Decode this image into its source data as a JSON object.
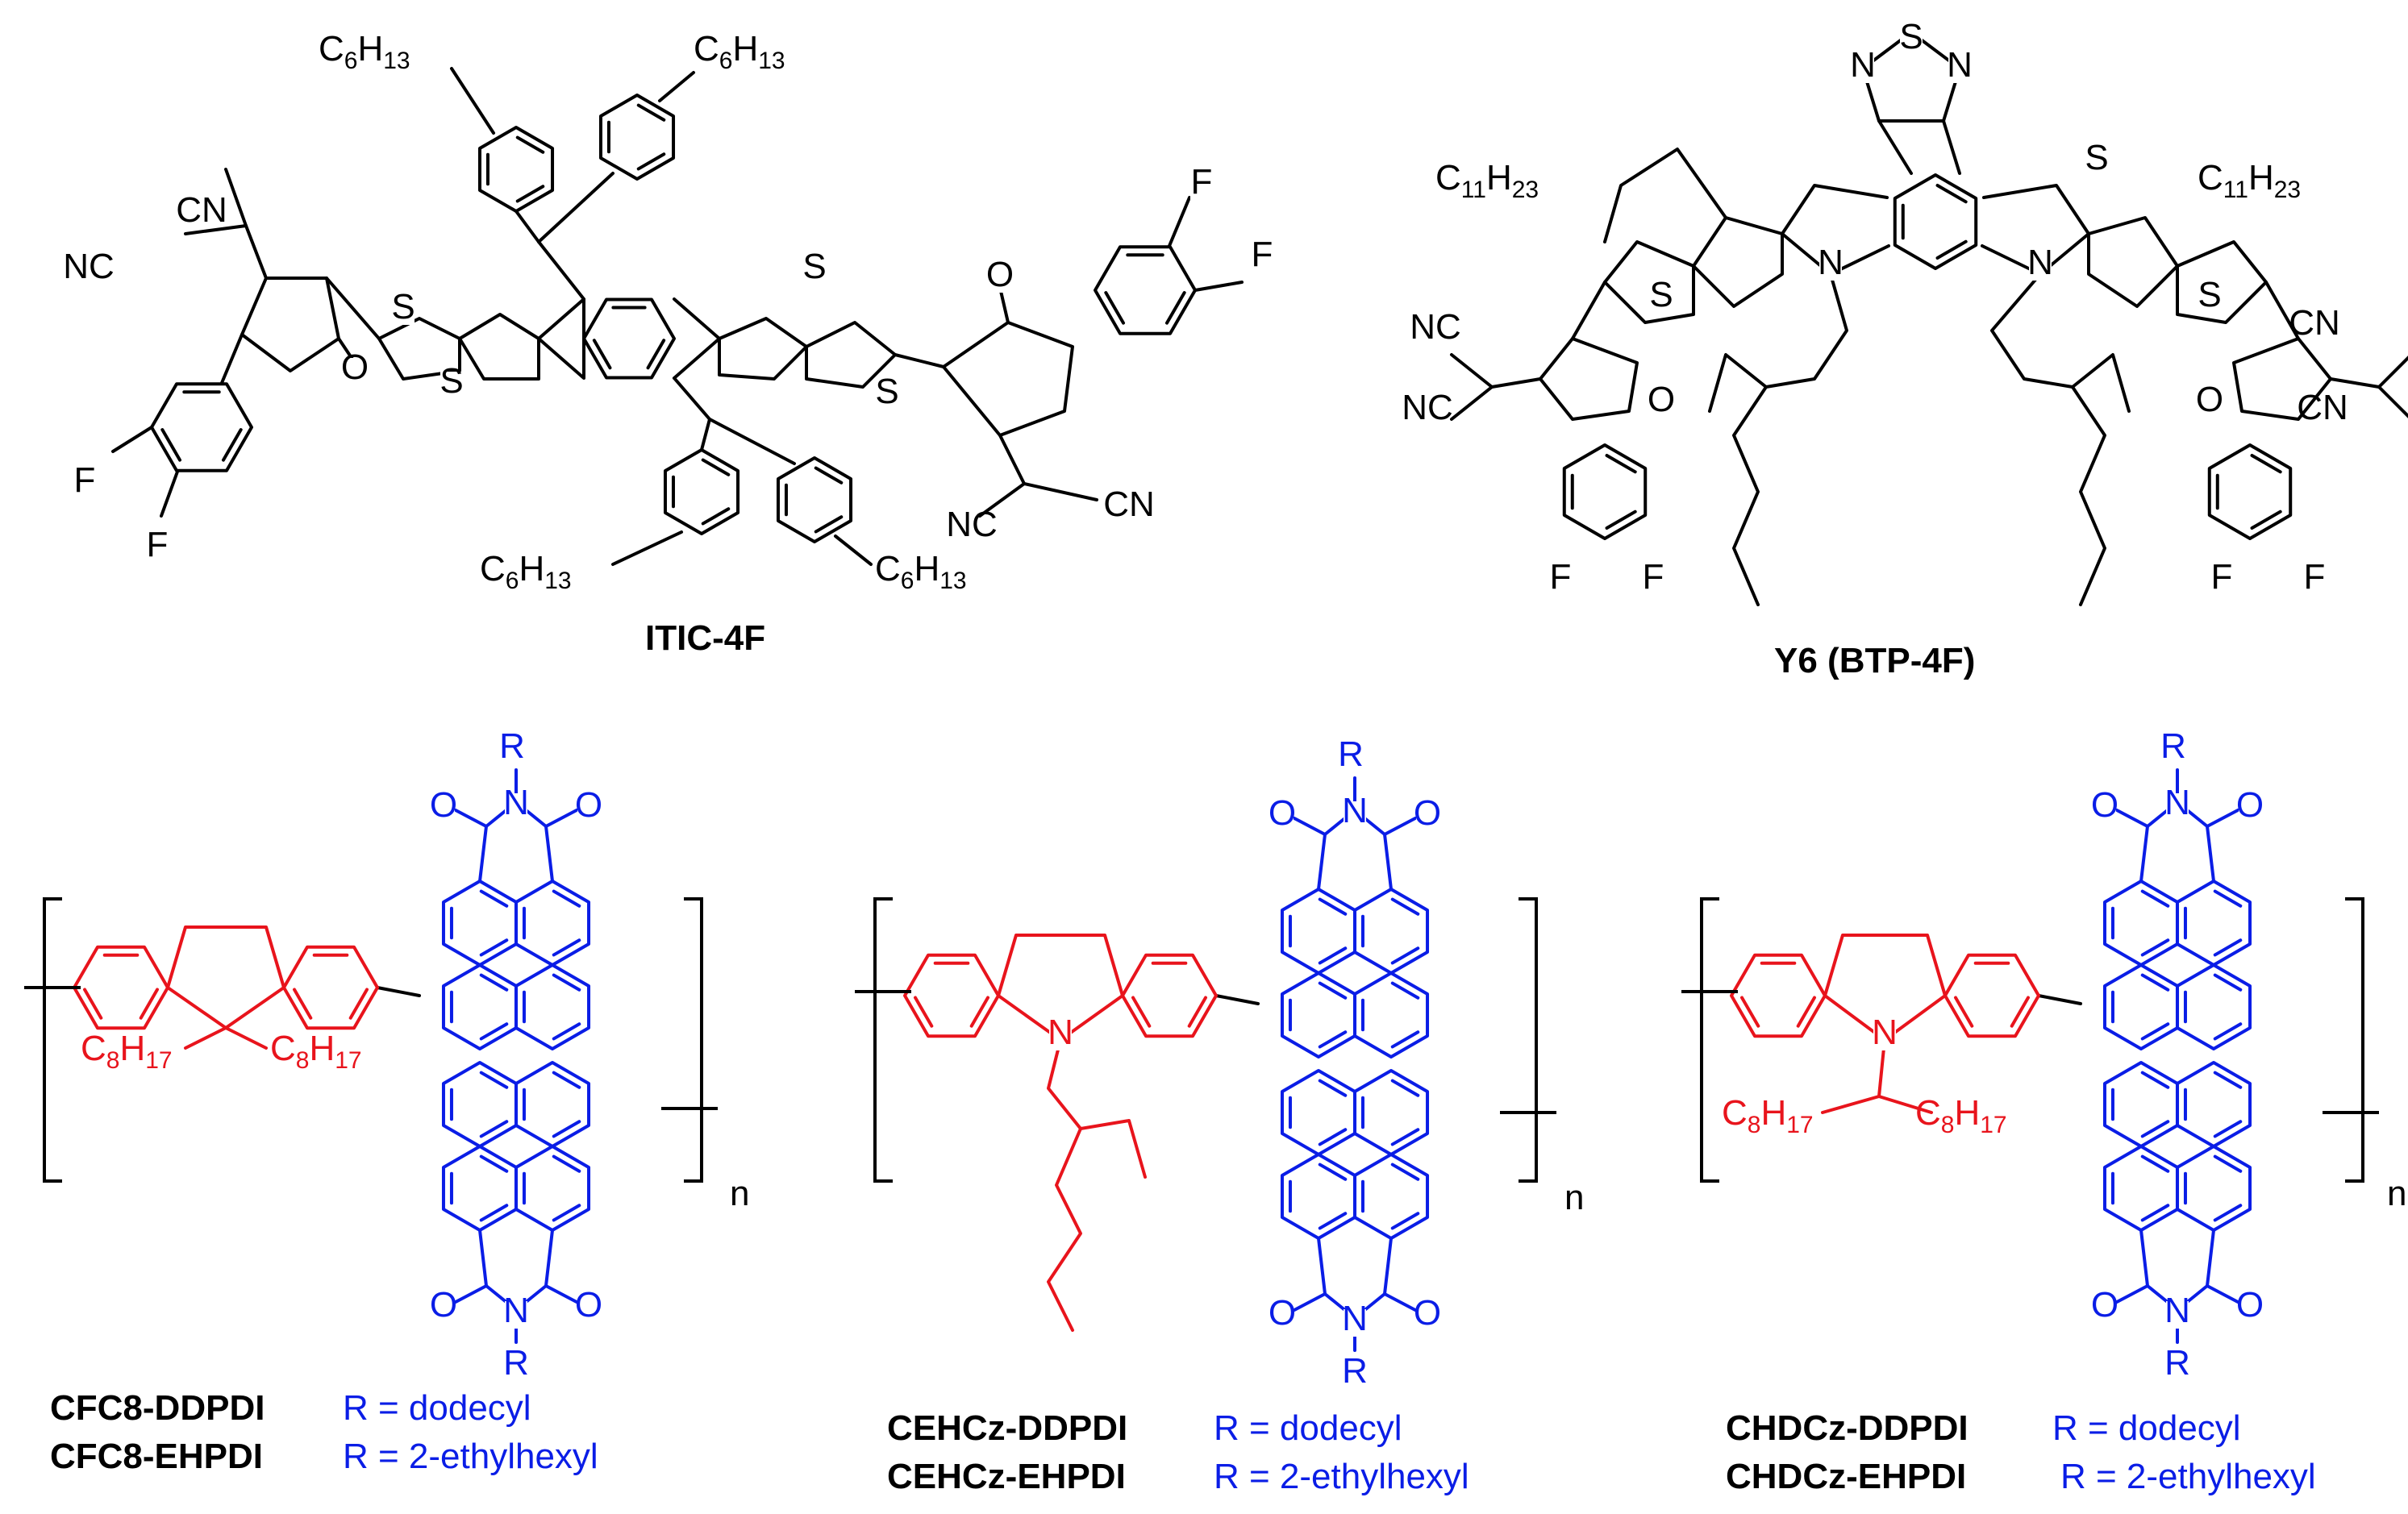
{
  "colors": {
    "ink": "#000000",
    "blue": "#0a1de6",
    "red": "#e8141c",
    "background": "#ffffff"
  },
  "molecules": [
    {
      "name": "ITIC-4F"
    },
    {
      "name": "Y6 (BTP-4F)"
    }
  ],
  "polymers": [
    {
      "id": "cfc8",
      "names": [
        "CFC8-DDPDI",
        "CFC8-EHPDI"
      ],
      "r_defs": [
        "R = dodecyl",
        "R = 2-ethylhexyl"
      ]
    },
    {
      "id": "cehcz",
      "names": [
        "CEHCz-DDPDI",
        "CEHCz-EHPDI"
      ],
      "r_defs": [
        "R = dodecyl",
        "R = 2-ethylhexyl"
      ]
    },
    {
      "id": "chdcz",
      "names": [
        "CHDCz-DDPDI",
        "CHDCz-EHPDI"
      ],
      "r_defs": [
        "R = dodecyl",
        "R = 2-ethylhexyl"
      ]
    }
  ],
  "atom_labels": {
    "hexyl": "C6H13",
    "undecyl": "C11H23",
    "octyl": "C8H17",
    "S": "S",
    "N": "N",
    "O": "O",
    "F": "F",
    "CN": "CN",
    "NC": "NC",
    "R": "R",
    "n": "n"
  }
}
